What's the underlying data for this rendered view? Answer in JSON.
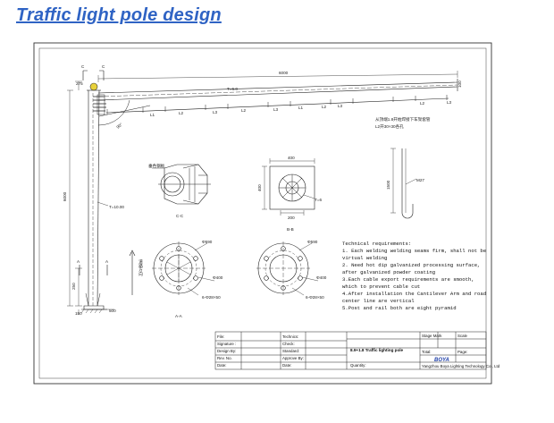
{
  "title": "Traffic light pole design",
  "labels": {
    "c_left": "C",
    "c_right": "C",
    "a_left": "A",
    "a_right": "A",
    "dim_top": "6000",
    "dim_height": "6000",
    "dim_275": "275",
    "dim_150": "150",
    "dim_500": "500",
    "dim_250": "250",
    "dim_300": "300",
    "arm_t": "T=6.0",
    "pole_t": "T=10.00",
    "angle": "90°",
    "l1": "L1",
    "l2": "L2",
    "l3": "L3",
    "l2b": "L2",
    "l3b": "L3",
    "l1b": "L1",
    "l2c": "L2",
    "l3c": "L3",
    "l2d": "L2",
    "l3d": "L3",
    "arm_note_1": "从顶端1.8开始焊接下车架套管",
    "arm_note_2": "L2开30×30各孔",
    "tail_end": "100",
    "view_cc": "C-C",
    "view_bb": "B-B",
    "view_aa": "A-A",
    "cc_label": "垂色钢板",
    "bb_400": "400",
    "bb_400b": "400",
    "bb_200": "200",
    "bb_t": "T=6",
    "aa_d1": "Φ590",
    "aa_d2": "Φ400",
    "aa_holes": "6-Φ28×50",
    "aa2_d1": "Φ590",
    "aa2_d2": "Φ400",
    "aa2_holes": "6-Φ28×50",
    "road_dir": "道路方向",
    "hook_len": "1500",
    "hook_d": "M27"
  },
  "notes": {
    "heading": "Technical requirements:",
    "lines": [
      "1. Each welding welding seams firm, shall not be",
      "virtual welding",
      "2. Need hot dip galvanized processing surface,",
      "after galvanized powder coating",
      "3.Each cable export requirements are smooth,",
      "which to prevent cable cut",
      "4.After installation the Cantilever Arm and road",
      "center line are vertical",
      "5.Post and rail both are eight pyramid"
    ]
  },
  "title_block": {
    "file": "File:",
    "technics": "Technics:",
    "signature": "Signature :",
    "check": "Check:",
    "design_by": "Design By:",
    "standard": "Standard:",
    "rev_no": "Rev. No.",
    "approve_by": "Approve By:",
    "date": "Date:",
    "date2": "Date:",
    "product": "8.9+1.8 Traffic lighting pole",
    "quantity": "Quantity:",
    "stage_mark": "Stage Mark",
    "scale": "Scale",
    "total": "Total:",
    "page": "Page:",
    "company": "Yangzhou Boya Lighting Technology Co., Ltd",
    "logo": "BOYA"
  }
}
